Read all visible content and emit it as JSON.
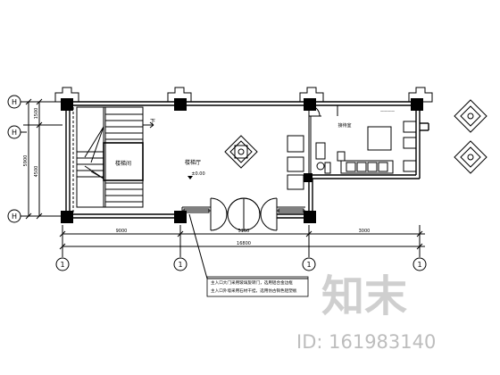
{
  "grid_axes": {
    "row_top": "H",
    "row_middle": "H",
    "row_bottom": "H",
    "column_1": "1",
    "column_2": "1",
    "column_3": "1",
    "column_4": "1"
  },
  "dimensions": {
    "overall": "16800",
    "bay_left": "9000",
    "bay_mid": "5100",
    "bay_right": "3000",
    "left_overall": "5900",
    "left_upper": "1500",
    "left_lower": "4500"
  },
  "rooms": {
    "stair": "楼梯间",
    "hall": "楼梯厅",
    "elevation_mark": "±0.00",
    "down_arrow": "下",
    "reception": "接待室",
    "note_top": "一一一一"
  },
  "notes": {
    "line1": "主入口大门采用玻璃旋转门，选用铝合金边框",
    "line2": "主入口外墙采用石材干挂，选用仿古铜色铝塑板"
  },
  "watermark": {
    "brand": "知末",
    "id_label": "ID: 161983140"
  }
}
